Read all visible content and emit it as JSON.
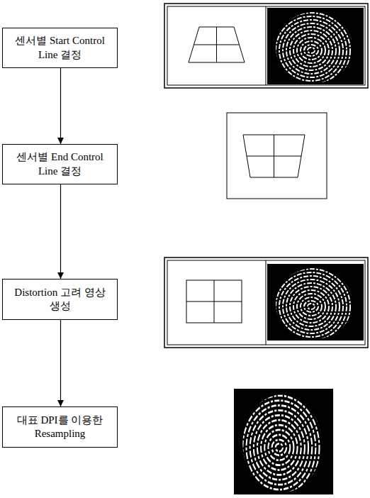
{
  "diagram": {
    "nodes": [
      {
        "text": [
          "센서별 Start Control Line 결정"
        ]
      },
      {
        "text": [
          "센서별 End Control Line 결정"
        ]
      },
      {
        "text": [
          "Distortion 고려 영상 생성"
        ]
      },
      {
        "text": [
          "대표 DPI를 이용한 Resampling"
        ]
      }
    ],
    "edges": [
      {
        "from": 0,
        "to": 1,
        "arrow": "to"
      },
      {
        "from": 1,
        "to": 2,
        "arrow": "to"
      },
      {
        "from": 2,
        "to": 3,
        "arrow": "to"
      }
    ]
  }
}
